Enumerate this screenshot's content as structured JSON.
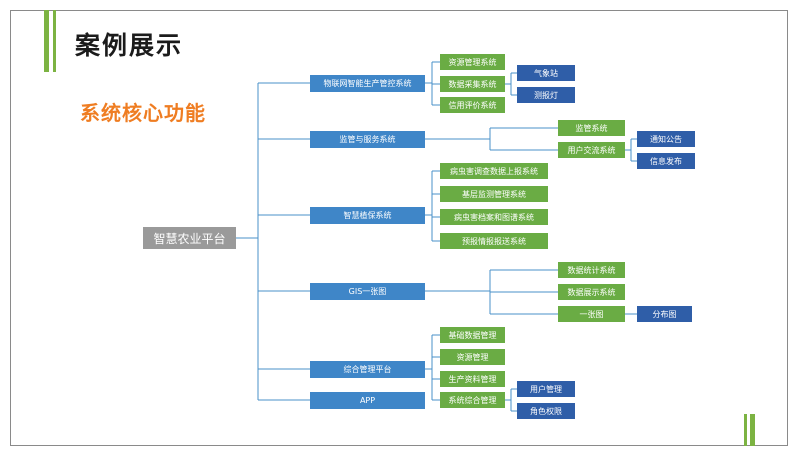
{
  "title": "案例展示",
  "subtitle": "系统核心功能",
  "root": "智慧农业平台",
  "level1": [
    "物联网智能生产管控系统",
    "监管与服务系统",
    "智慧植保系统",
    "GIS一张图",
    "综合管理平台",
    "APP"
  ],
  "iot_children": [
    "资源管理系统",
    "数据采集系统",
    "信用评价系统"
  ],
  "collection_children": [
    "气象站",
    "测报灯"
  ],
  "supervision_children": [
    "监管系统",
    "用户交流系统"
  ],
  "exchange_children": [
    "通知公告",
    "信息发布"
  ],
  "plant_protection_children": [
    "病虫害调查数据上报系统",
    "基层监测管理系统",
    "病虫害档案和图谱系统",
    "预报情报报送系统"
  ],
  "gis_children": [
    "数据统计系统",
    "数据展示系统",
    "一张图"
  ],
  "map_children": [
    "分布图"
  ],
  "management_children": [
    "基础数据管理",
    "资源管理",
    "生产资料管理",
    "系统综合管理"
  ],
  "system_mgmt_children": [
    "用户管理",
    "角色权限"
  ],
  "colors": {
    "accent_green": "#7cb342",
    "title_orange": "#ef7d22",
    "level1_blue": "#3f86c8",
    "level2_green": "#6aac44",
    "level3_navy": "#2f5ea8",
    "root_gray": "#9a9a9a",
    "connector": "#4a90c8"
  }
}
